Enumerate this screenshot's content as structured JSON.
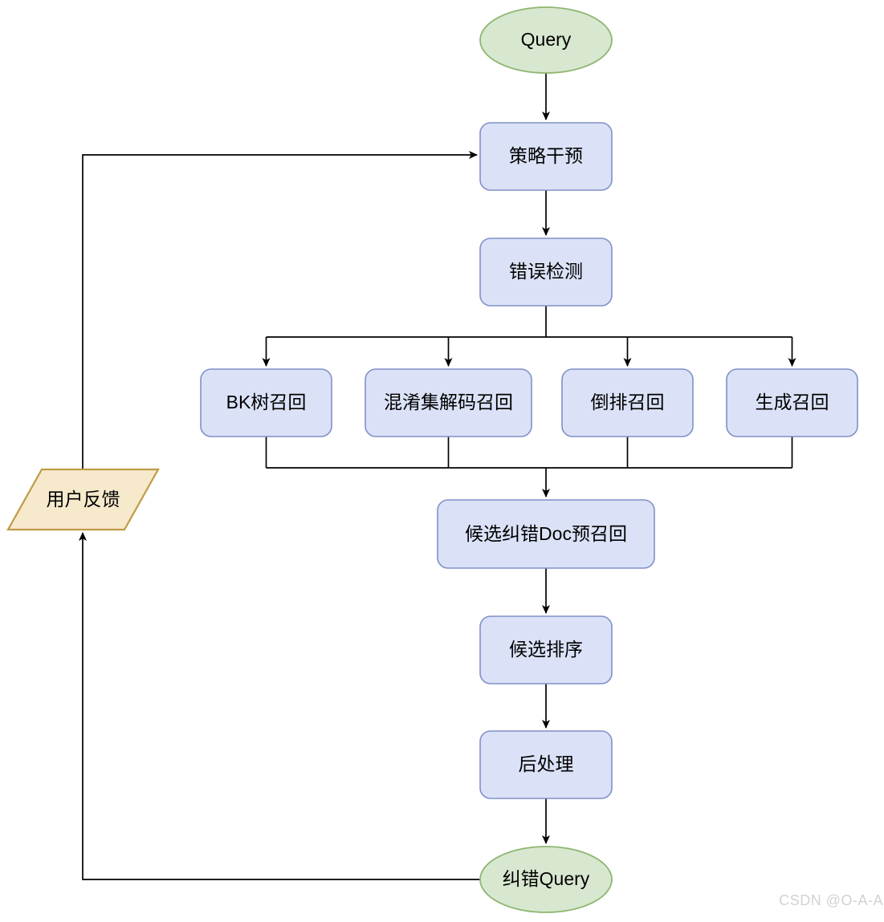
{
  "watermark": "CSDN @O-A-A",
  "nodes": {
    "query": "Query",
    "strategy": "策略干预",
    "error_detection": "错误检测",
    "bk_tree_recall": "BK树召回",
    "confusion_set_recall": "混淆集解码召回",
    "inverted_recall": "倒排召回",
    "generation_recall": "生成召回",
    "candidate_doc_prerecall": "候选纠错Doc预召回",
    "candidate_ranking": "候选排序",
    "post_processing": "后处理",
    "corrected_query": "纠错Query",
    "user_feedback": "用户反馈"
  },
  "edges": [
    {
      "from": "query",
      "to": "strategy"
    },
    {
      "from": "strategy",
      "to": "error_detection"
    },
    {
      "from": "error_detection",
      "to": "bk_tree_recall"
    },
    {
      "from": "error_detection",
      "to": "confusion_set_recall"
    },
    {
      "from": "error_detection",
      "to": "inverted_recall"
    },
    {
      "from": "error_detection",
      "to": "generation_recall"
    },
    {
      "from": "bk_tree_recall",
      "to": "candidate_doc_prerecall"
    },
    {
      "from": "confusion_set_recall",
      "to": "candidate_doc_prerecall"
    },
    {
      "from": "inverted_recall",
      "to": "candidate_doc_prerecall"
    },
    {
      "from": "generation_recall",
      "to": "candidate_doc_prerecall"
    },
    {
      "from": "candidate_doc_prerecall",
      "to": "candidate_ranking"
    },
    {
      "from": "candidate_ranking",
      "to": "post_processing"
    },
    {
      "from": "post_processing",
      "to": "corrected_query"
    },
    {
      "from": "corrected_query",
      "to": "user_feedback"
    },
    {
      "from": "user_feedback",
      "to": "strategy"
    }
  ],
  "colors": {
    "process_fill": "#dbe2f7",
    "process_stroke": "#8090c8",
    "terminator_fill": "#d8e7cf",
    "terminator_stroke": "#8eb671",
    "data_fill": "#f6e9cc",
    "data_stroke": "#bf9b45",
    "connector": "#000000",
    "watermark_text": "#d2d2d2"
  }
}
